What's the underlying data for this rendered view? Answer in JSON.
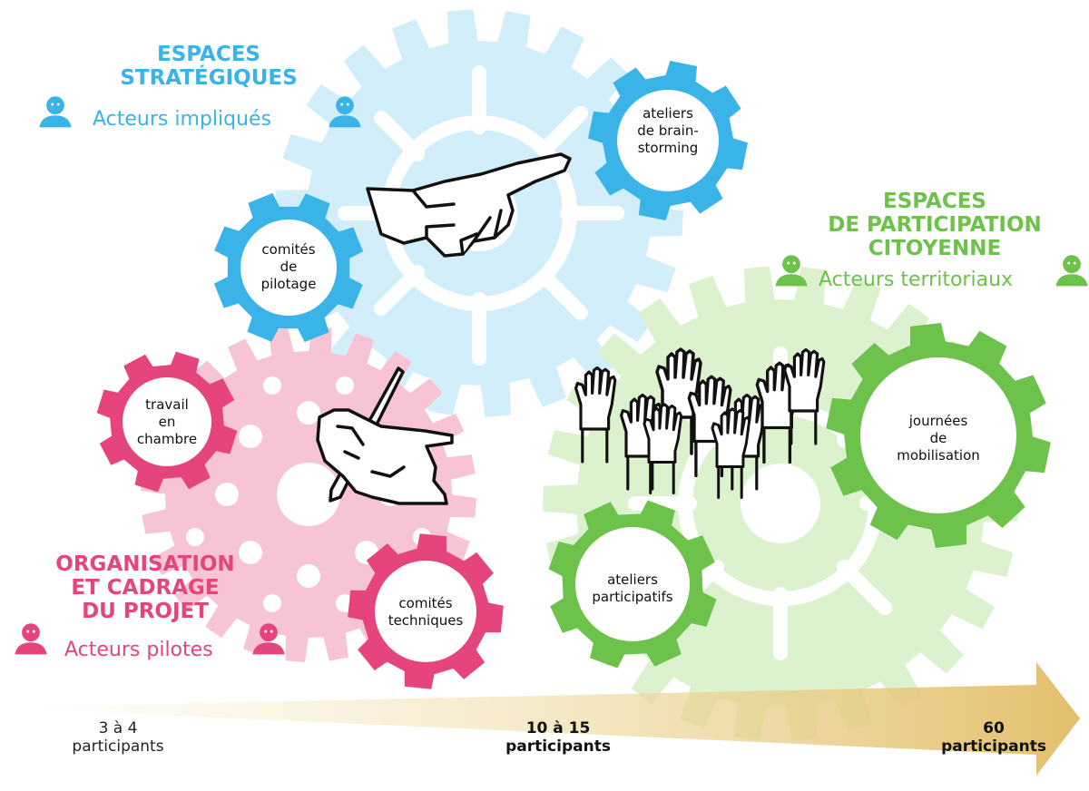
{
  "colors": {
    "blue": "#3ab4e8",
    "blue_light": "#d3eefb",
    "pink": "#e5457c",
    "pink_light": "#f6c4d4",
    "green": "#6cc24a",
    "green_light": "#dcf2cf",
    "gold": "#e6c57a"
  },
  "groups": {
    "strategic": {
      "title_line1": "ESPACES",
      "title_line2": "STRATÉGIQUES",
      "actors": "Acteurs impliqués"
    },
    "citizen": {
      "title_line1": "ESPACES",
      "title_line2": "DE PARTICIPATION",
      "title_line3": "CITOYENNE",
      "actors": "Acteurs territoriaux"
    },
    "project": {
      "title_line1": "ORGANISATION",
      "title_line2": "ET CADRAGE",
      "title_line3": "DU PROJET",
      "actors": "Acteurs pilotes"
    }
  },
  "gears": {
    "brainstorming": "ateliers\nde brain-\nstorming",
    "pilotage": "comités\nde\npilotage",
    "chambre": "travail\nen\nchambre",
    "techniques": "comités\ntechniques",
    "participatifs": "ateliers\nparticipatifs",
    "mobilisation": "journées\nde\nmobilisation"
  },
  "icons": [
    "person-icon",
    "pointing-hand-icon",
    "writing-hand-icon",
    "raised-hands-icon"
  ],
  "scale": {
    "small": "3 à 4\nparticipants",
    "medium": "10 à 15\nparticipants",
    "large": "60\nparticipants"
  }
}
